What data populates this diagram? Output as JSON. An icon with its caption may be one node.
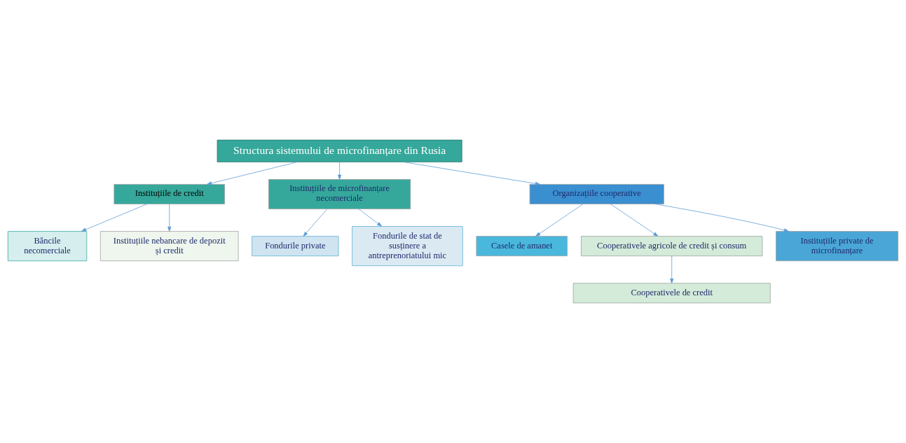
{
  "diagram": {
    "nodes": [
      {
        "text": [
          "Structura sistemului de microfinanțare din Rusia"
        ]
      },
      {
        "text": [
          "Instituțiile de credit"
        ]
      },
      {
        "text": [
          "Instituțiile de microfinanțare necomerciale"
        ]
      },
      {
        "text": [
          "Băncile necomerciale"
        ]
      },
      {
        "text": [
          "Instituțiile nebancare de depozit și credit"
        ]
      },
      {
        "text": [
          "Fondurile private"
        ]
      },
      {
        "text": [
          "Fondurile de stat de susținere a antreprenoriatului mic"
        ]
      },
      {
        "text": [
          "Organizațiile cooperative"
        ]
      },
      {
        "text": [
          "Casele de amanet"
        ]
      },
      {
        "text": [
          "Cooperativele agricole de credit și consum"
        ]
      },
      {
        "text": [
          "Instituțiile private de microfinanțare"
        ]
      },
      {
        "text": [
          "Cooperativele de credit"
        ]
      }
    ],
    "edges": [
      {
        "from": 0,
        "to": 1,
        "arrow": "to"
      },
      {
        "from": 0,
        "to": 7,
        "arrow": "to"
      },
      {
        "from": 0,
        "to": 2,
        "arrow": "to"
      },
      {
        "from": 1,
        "to": 3,
        "arrow": "to"
      },
      {
        "from": 1,
        "to": 4,
        "arrow": "to"
      },
      {
        "from": 2,
        "to": 5,
        "arrow": "to"
      },
      {
        "from": 2,
        "to": 6,
        "arrow": "to"
      },
      {
        "from": 7,
        "to": 8,
        "arrow": "to"
      },
      {
        "from": 7,
        "to": 9,
        "arrow": "to"
      },
      {
        "from": 7,
        "to": 10,
        "arrow": "to"
      },
      {
        "from": 9,
        "to": 11,
        "arrow": "to"
      }
    ]
  }
}
